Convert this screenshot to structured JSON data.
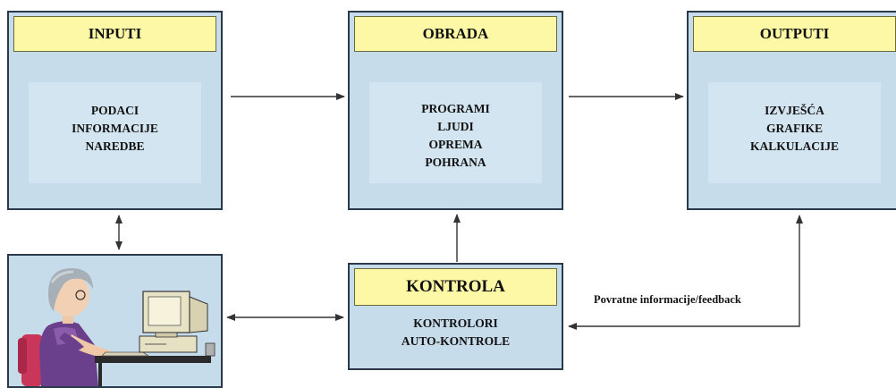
{
  "boxes": {
    "inputi": {
      "title": "INPUTI",
      "lines": [
        "PODACI",
        "INFORMACIJE",
        "NAREDBE"
      ]
    },
    "obrada": {
      "title": "OBRADA",
      "lines": [
        "PROGRAMI",
        "LJUDI",
        "OPREMA",
        "POHRANA"
      ]
    },
    "outputi": {
      "title": "OUTPUTI",
      "lines": [
        "IZVJEŠĆA",
        "GRAFIKE",
        "KALKULACIJE"
      ]
    },
    "kontrola": {
      "title": "KONTROLA",
      "lines": [
        "KONTROLORI",
        "AUTO-KONTROLE"
      ]
    }
  },
  "feedback_label": "Povratne informacije/feedback",
  "colors": {
    "box_fill": "#c6dceb",
    "header_fill": "#fdf8a5",
    "border": "#2b3a4a",
    "arrow": "#333333"
  },
  "icons": {
    "user_illustration": "person-at-computer-icon"
  }
}
